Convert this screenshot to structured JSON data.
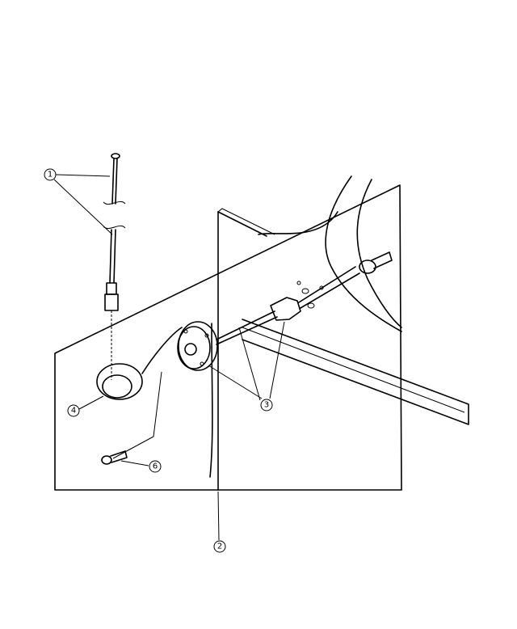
{
  "diagram": {
    "callouts": [
      {
        "id": "callout-1",
        "label": "1"
      },
      {
        "id": "callout-2",
        "label": "2"
      },
      {
        "id": "callout-3",
        "label": "3"
      },
      {
        "id": "callout-4",
        "label": "4"
      },
      {
        "id": "callout-6",
        "label": "6"
      }
    ],
    "colors": {
      "line": "#000000",
      "background": "#ffffff"
    }
  }
}
